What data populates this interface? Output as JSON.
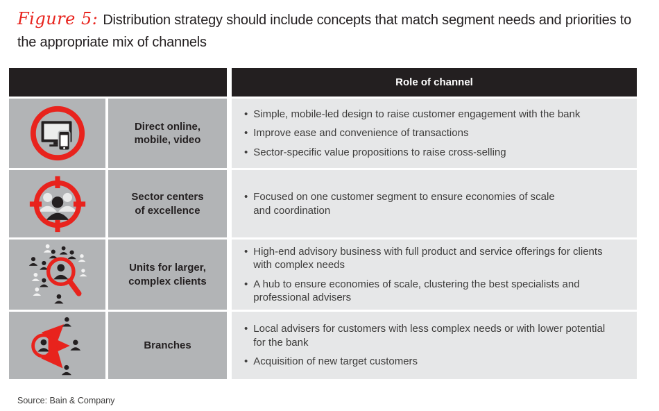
{
  "accent_red": "#e8231d",
  "title": {
    "figure_label": "Figure 5:",
    "text": "Distribution strategy should include concepts that match segment needs and priorities to the appropriate mix of channels"
  },
  "table": {
    "header": {
      "role_column": "Role of channel"
    },
    "rows": [
      {
        "icon": "devices-red-ring-icon",
        "label": "Direct online,\nmobile, video",
        "bullets": [
          "Simple, mobile-led design to raise customer engagement with the bank",
          "Improve ease and convenience of transactions",
          "Sector-specific value propositions to raise cross-selling"
        ]
      },
      {
        "icon": "target-people-icon",
        "label": "Sector centers\nof excellence",
        "bullets": [
          "Focused on one customer segment to ensure economies of scale\nand coordination"
        ]
      },
      {
        "icon": "magnifier-crowd-icon",
        "label": "Units for larger,\ncomplex clients",
        "bullets": [
          "High-end advisory business with full product and service offerings  for clients\nwith complex needs",
          "A hub to ensure economies of scale, clustering the best specialists and\nprofessional advisers"
        ]
      },
      {
        "icon": "branch-arrows-icon",
        "label": "Branches",
        "bullets": [
          "Local advisers for customers with less complex needs  or with lower potential\nfor the bank",
          "Acquisition of new target customers"
        ]
      }
    ]
  },
  "source": "Source: Bain & Company",
  "bullet_glyph": "•"
}
